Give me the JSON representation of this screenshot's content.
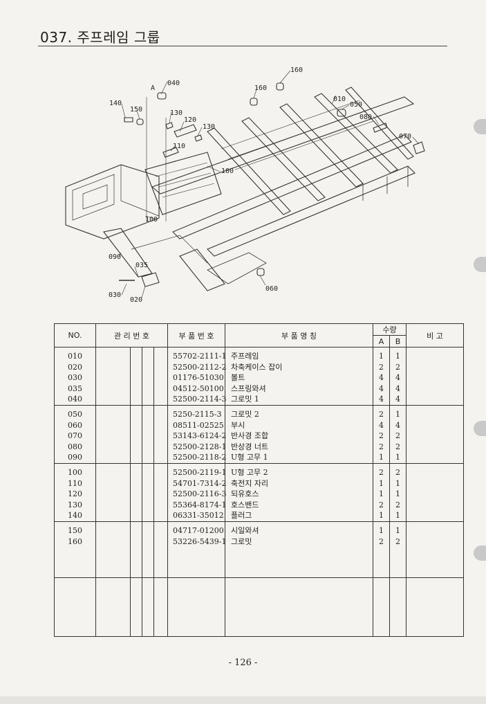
{
  "page": {
    "title": "037. 주프레임 그룹",
    "page_number": "- 126 -"
  },
  "diagram": {
    "callouts": [
      "A",
      "040",
      "160",
      "160",
      "140",
      "150",
      "130",
      "120",
      "130",
      "010",
      "050",
      "080",
      "070",
      "110",
      "100",
      "100",
      "090",
      "035",
      "030",
      "020",
      "060"
    ]
  },
  "table": {
    "headers": {
      "no": "NO.",
      "mgmt": "관 리 번 호",
      "part_no": "부 품 번 호",
      "part_name": "부   품   명   칭",
      "qty": "수량",
      "qty_a": "A",
      "qty_b": "B",
      "remark": "비    고"
    },
    "groups": [
      [
        {
          "no": "010",
          "part_no": "55702-2111-1",
          "name": "주프레임",
          "a": "1",
          "b": "1"
        },
        {
          "no": "020",
          "part_no": "52500-2112-2",
          "name": "차축케이스 잡이",
          "a": "2",
          "b": "2"
        },
        {
          "no": "030",
          "part_no": "01176-51030",
          "name": "볼트",
          "a": "4",
          "b": "4"
        },
        {
          "no": "035",
          "part_no": "04512-50100",
          "name": "스프링와셔",
          "a": "4",
          "b": "4"
        },
        {
          "no": "040",
          "part_no": "52500-2114-3",
          "name": "그로밋 1",
          "a": "4",
          "b": "4"
        }
      ],
      [
        {
          "no": "050",
          "part_no": "5250-2115-3",
          "name": "그로밋 2",
          "a": "2",
          "b": "1"
        },
        {
          "no": "060",
          "part_no": "08511-02525",
          "name": "부시",
          "a": "4",
          "b": "4"
        },
        {
          "no": "070",
          "part_no": "53143-6124-2",
          "name": "반사경 조합",
          "a": "2",
          "b": "2"
        },
        {
          "no": "080",
          "part_no": "52500-2128-1",
          "name": "반상경 너트",
          "a": "2",
          "b": "2"
        },
        {
          "no": "090",
          "part_no": "52500-2118-2",
          "name": "U형 고무 1",
          "a": "1",
          "b": "1"
        }
      ],
      [
        {
          "no": "100",
          "part_no": "52500-2119-1",
          "name": "U형 고무 2",
          "a": "2",
          "b": "2"
        },
        {
          "no": "110",
          "part_no": "54701-7314-2",
          "name": "축전지 자리",
          "a": "1",
          "b": "1"
        },
        {
          "no": "120",
          "part_no": "52500-2116-3",
          "name": "되유호스",
          "a": "1",
          "b": "1"
        },
        {
          "no": "130",
          "part_no": "55364-8174-1",
          "name": "호스밴드",
          "a": "2",
          "b": "2"
        },
        {
          "no": "140",
          "part_no": "06331-35012",
          "name": "플러그",
          "a": "1",
          "b": "1"
        }
      ],
      [
        {
          "no": "150",
          "part_no": "04717-01200",
          "name": "시일와셔",
          "a": "1",
          "b": "1"
        },
        {
          "no": "160",
          "part_no": "53226-5439-1",
          "name": "그로밋",
          "a": "2",
          "b": "2"
        }
      ]
    ]
  }
}
